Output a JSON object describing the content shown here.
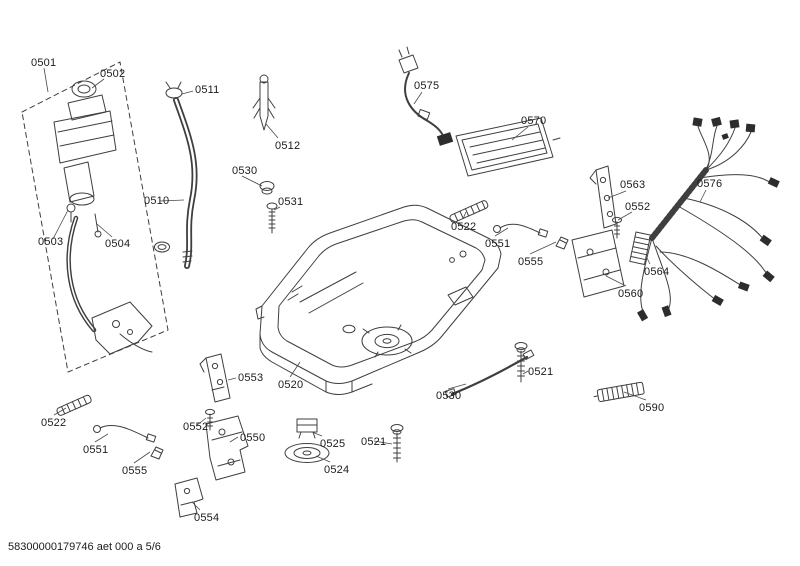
{
  "footer": {
    "text": "58300000179746 aet 000 a 5/6"
  },
  "labels": [
    {
      "text": "0501"
    },
    {
      "text": "0502"
    },
    {
      "text": "0511"
    },
    {
      "text": "0575"
    },
    {
      "text": "0570"
    },
    {
      "text": "0512"
    },
    {
      "text": "0530"
    },
    {
      "text": "0510"
    },
    {
      "text": "0531"
    },
    {
      "text": "0563"
    },
    {
      "text": "0576"
    },
    {
      "text": "0552"
    },
    {
      "text": "0522"
    },
    {
      "text": "0503"
    },
    {
      "text": "0504"
    },
    {
      "text": "0551"
    },
    {
      "text": "0555"
    },
    {
      "text": "0564"
    },
    {
      "text": "0560"
    },
    {
      "text": "0553"
    },
    {
      "text": "0520"
    },
    {
      "text": "0521"
    },
    {
      "text": "0530"
    },
    {
      "text": "0590"
    },
    {
      "text": "0522"
    },
    {
      "text": "0552"
    },
    {
      "text": "0550"
    },
    {
      "text": "0525"
    },
    {
      "text": "0521"
    },
    {
      "text": "0551"
    },
    {
      "text": "0524"
    },
    {
      "text": "0555"
    },
    {
      "text": "0554"
    }
  ]
}
